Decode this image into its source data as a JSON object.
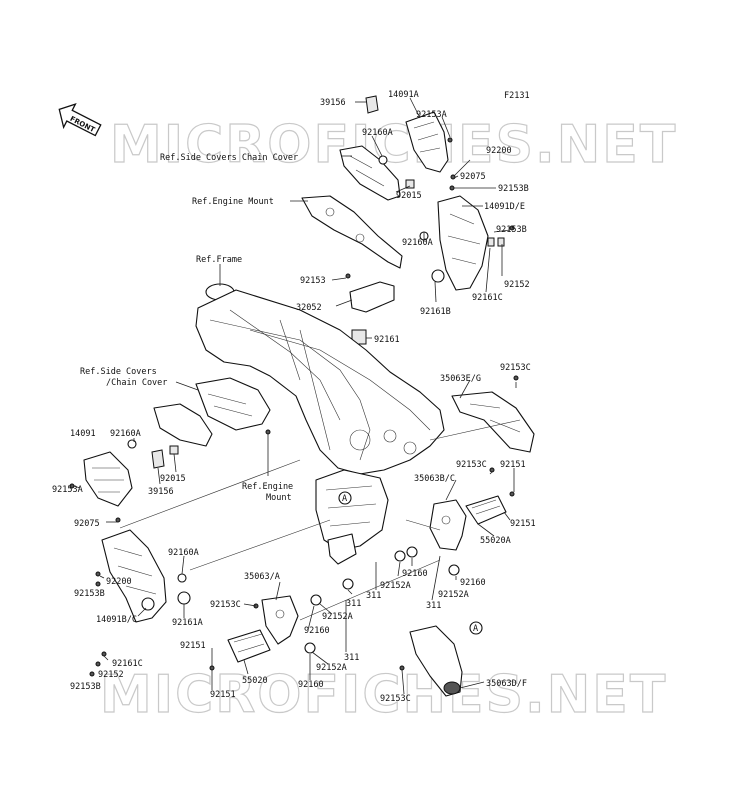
{
  "figure_code": "F2131",
  "front_arrow_label": "FRONT",
  "watermark": "MICROFICHES.NET",
  "labels": {
    "p39156_top": "39156",
    "p14091A": "14091A",
    "p92160A_top": "92160A",
    "p92153A_top": "92153A",
    "ref_side_chain_top": "Ref.Side Covers Chain Cover",
    "p92200_top": "92200",
    "p92075_top": "92075",
    "p92153B_top1": "92153B",
    "p92015_top": "92015",
    "ref_engine_mount_top": "Ref.Engine Mount",
    "p14091DE": "14091D/E",
    "p92160A_mid": "92160A",
    "p92153B_top2": "92153B",
    "ref_frame": "Ref.Frame",
    "p92153_center": "92153",
    "p92152_top": "92152",
    "p92161C_top": "92161C",
    "p32052": "32052",
    "p92161B": "92161B",
    "p92161": "92161",
    "ref_side_covers_l1": "Ref.Side Covers",
    "ref_side_covers_l2": "/Chain Cover",
    "p35063EG": "35063E/G",
    "p92153C_right_top": "92153C",
    "p14091_left": "14091",
    "p92160A_left": "92160A",
    "p92153A_left": "92153A",
    "p92015_left": "92015",
    "p39156_left": "39156",
    "ref_engine_mount_mid_l1": "Ref.Engine",
    "ref_engine_mount_mid_l2": "Mount",
    "p92075_left": "92075",
    "p92153C_mid": "92153C",
    "p92151_right1": "92151",
    "p35063BC": "35063B/C",
    "p92151_right2": "92151",
    "p55020A": "55020A",
    "p92160A_lower": "92160A",
    "p92200_left": "92200",
    "p92153B_left": "92153B",
    "p92160_r1": "92160",
    "p92160_r2": "92160",
    "p92152A_r1": "92152A",
    "p92152A_r2": "92152A",
    "p311_r1": "311",
    "p311_r2": "311",
    "p35063A": "35063/A",
    "p311_mid": "311",
    "p92153C_left": "92153C",
    "p92152A_mid": "92152A",
    "p14091BC": "14091B/C",
    "p92161A": "92161A",
    "p92160_mid": "92160",
    "p92151_left": "92151",
    "p92161C_left": "92161C",
    "p311_low": "311",
    "p92152_left": "92152",
    "p92153B_bottom": "92153B",
    "p55020": "55020",
    "p92151_bottom": "92151",
    "p92152A_low": "92152A",
    "p92160_low": "92160",
    "p92153C_bottom": "92153C",
    "p35063DF": "35063D/F",
    "marker_A": "A"
  }
}
